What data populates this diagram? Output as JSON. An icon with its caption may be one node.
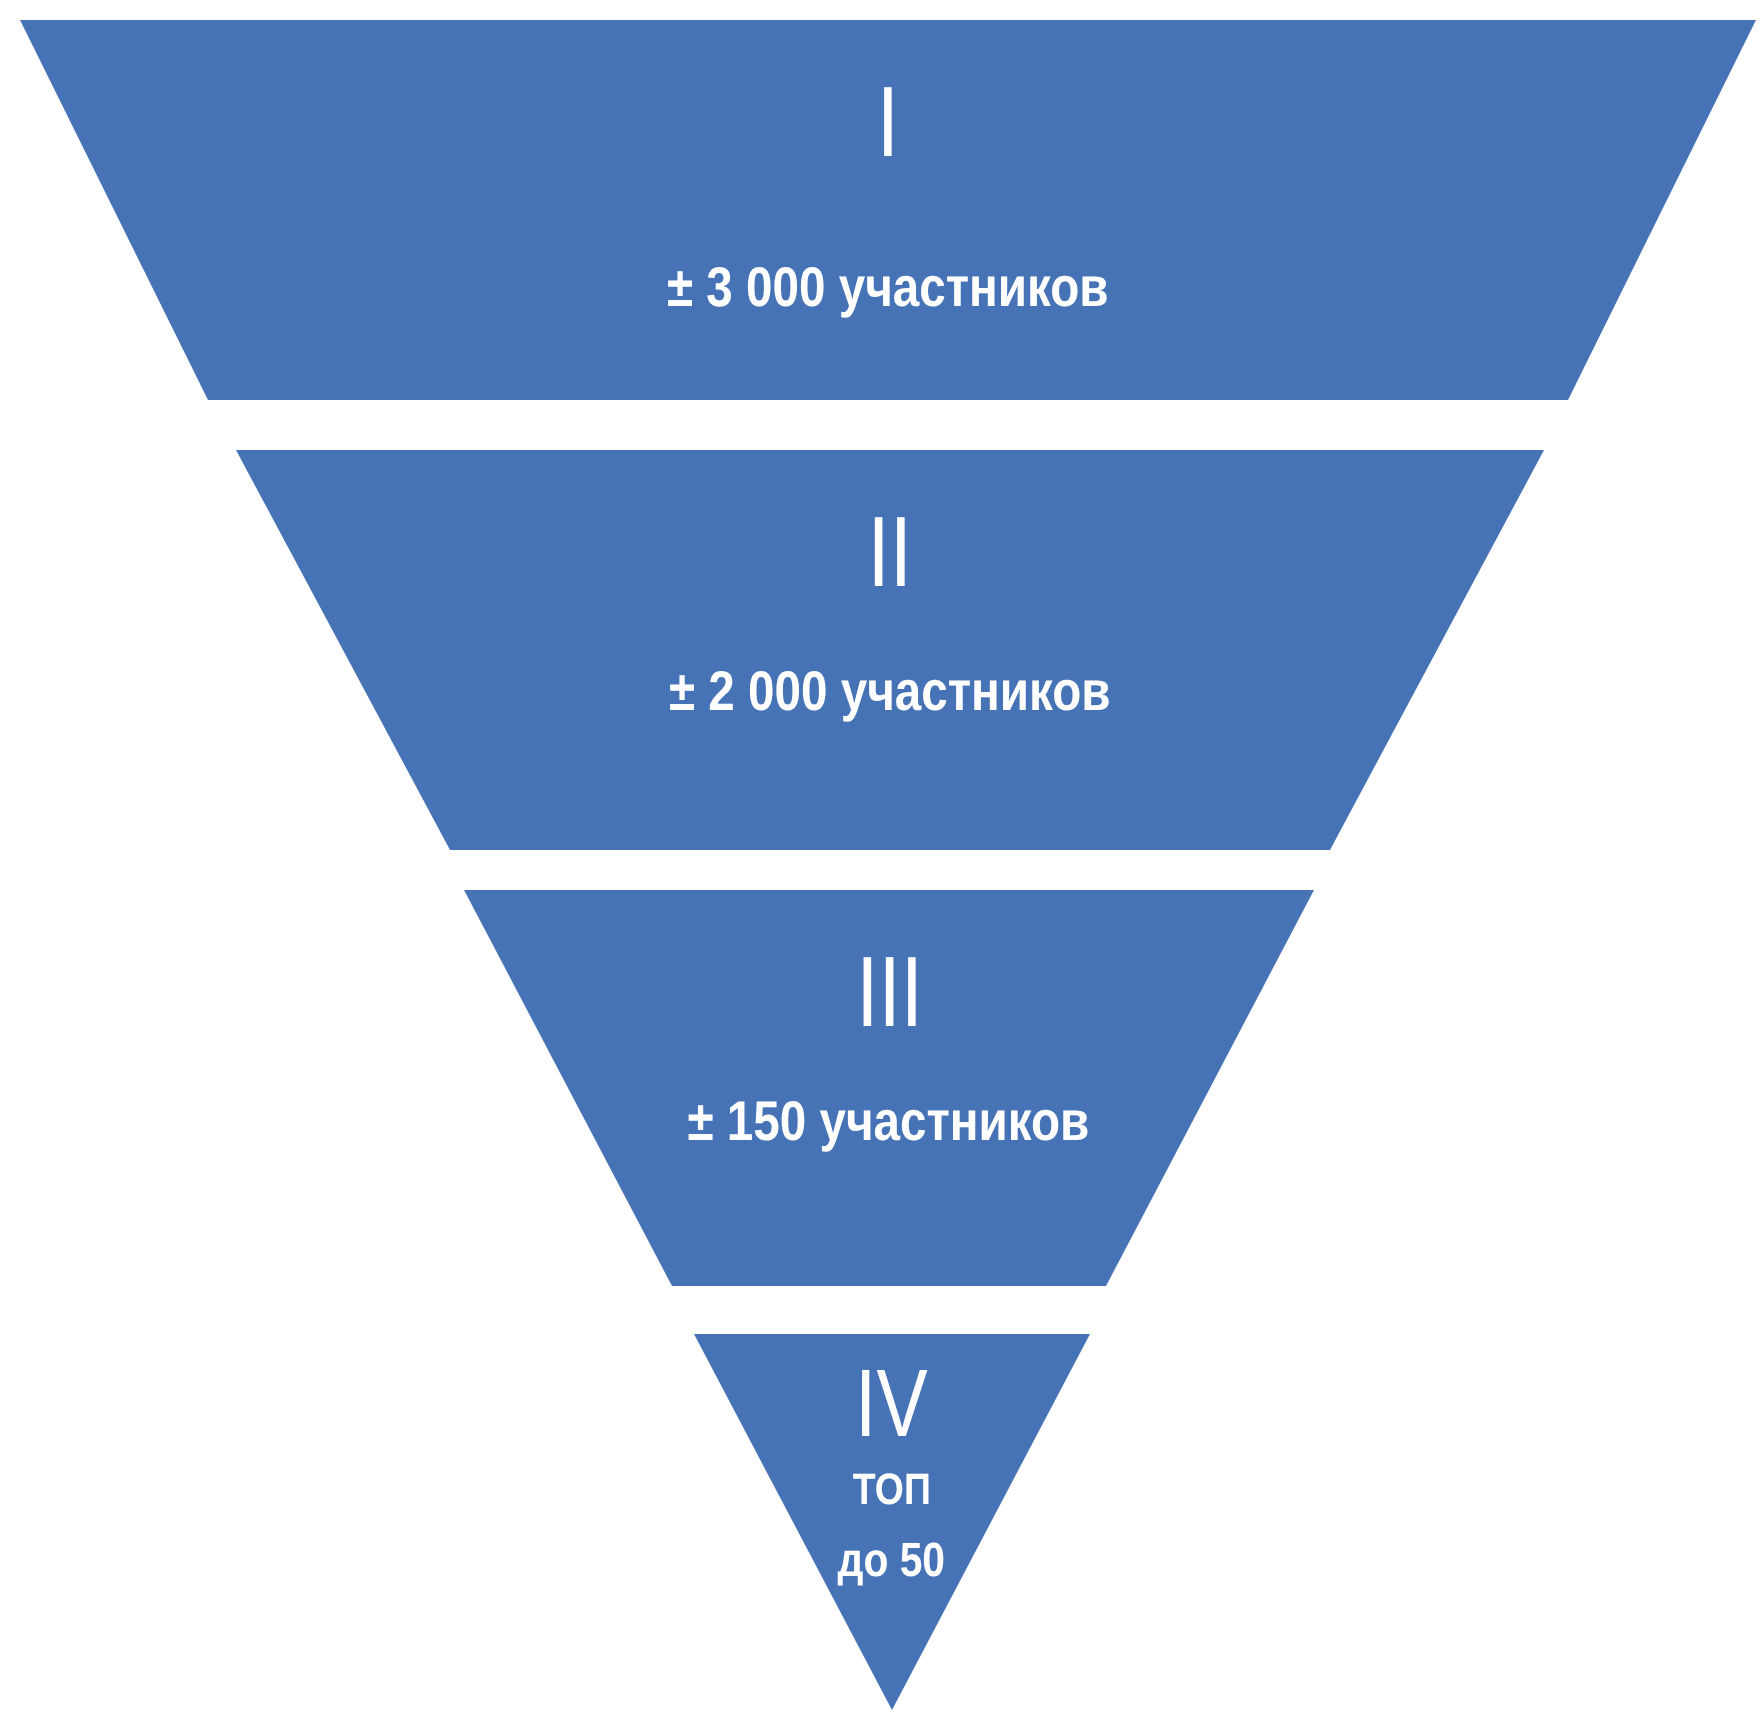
{
  "diagram": {
    "nodes": [
      {
        "text": [
          "I",
          "± 3 000 участников"
        ]
      },
      {
        "text": [
          "II",
          "± 2 000 участников"
        ]
      },
      {
        "text": [
          "III",
          "± 150 участников"
        ]
      },
      {
        "text": [
          "IV",
          "ТОП",
          "до 50"
        ]
      }
    ]
  }
}
